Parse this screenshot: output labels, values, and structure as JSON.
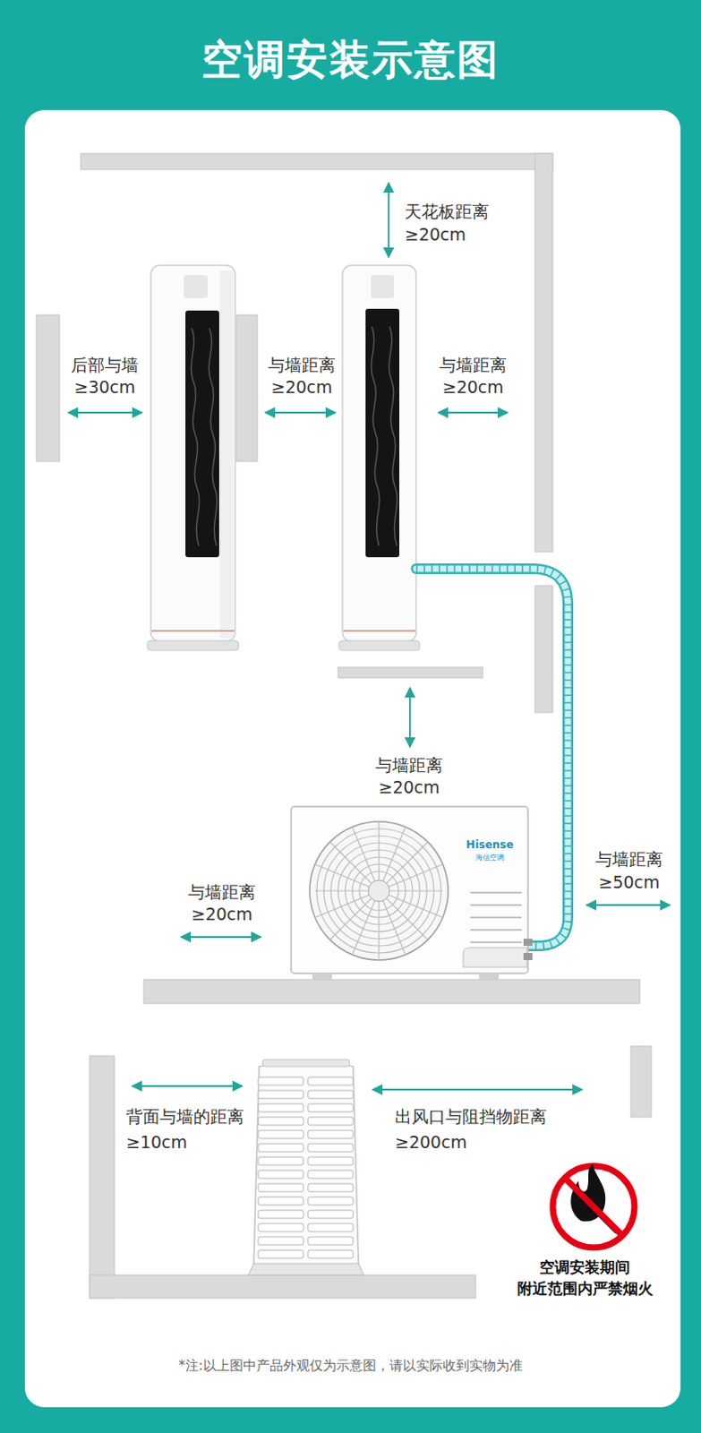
{
  "diagram": {
    "title": "空调安装示意图",
    "caption": "*注:以上图中产品外观仅为示意图，请以实际收到实物为准",
    "labels": [
      "天花板距离",
      "≥20cm",
      "后部与墙",
      "≥30cm",
      "与墙距离",
      "≥20cm",
      "与墙距离",
      "≥20cm",
      "与墙距离",
      "≥20cm",
      "Hisense",
      "海信空调",
      "与墙距离",
      "≥20cm",
      "与墙距离",
      "≥50cm",
      "背面与墙的距离",
      "≥10cm",
      "出风口与阻挡物距离",
      "≥200cm",
      "空调安装期间",
      "附近范围内严禁烟火"
    ]
  }
}
